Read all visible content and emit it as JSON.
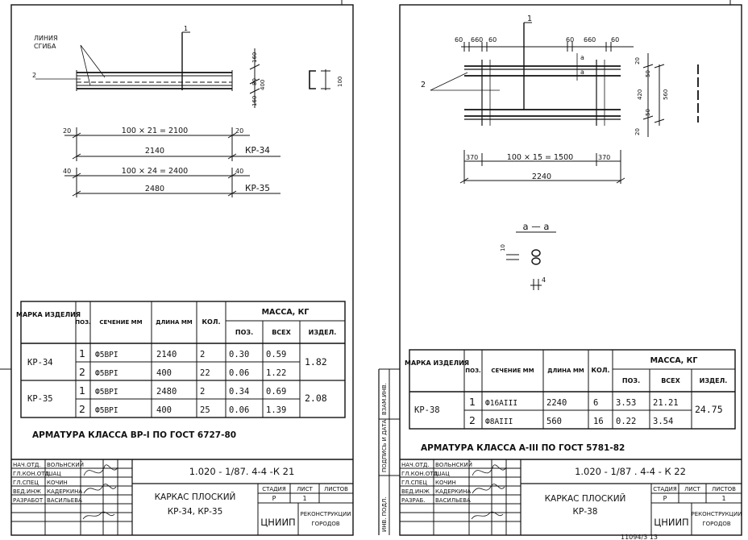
{
  "left_sheet": {
    "fold_line_label": [
      "ЛИНИЯ",
      "СГИБА"
    ],
    "pos1": "1",
    "pos2": "2",
    "dims_right": [
      "160",
      "80",
      "400",
      "160"
    ],
    "dim_section": "100",
    "kr34": {
      "end_a": "20",
      "end_b": "20",
      "spacing": "100 × 21 = 2100",
      "total": "2140",
      "tag": "КР-34"
    },
    "kr35": {
      "end_a": "40",
      "end_b": "40",
      "spacing": "100 × 24 = 2400",
      "total": "2480",
      "tag": "КР-35"
    },
    "table": {
      "headers": {
        "mark": "МАРКА ИЗДЕЛИЯ",
        "pos": "ПОЗ.",
        "section": "СЕЧЕНИЕ ММ",
        "length": "ДЛИНА ММ",
        "qty": "КОЛ.",
        "mass": "МАССА, КГ",
        "mass_pos": "ПОЗ.",
        "mass_all": "ВСЕХ",
        "mass_item": "ИЗДЕЛ."
      },
      "groups": [
        {
          "mark": "КР-34",
          "total": "1.82",
          "rows": [
            {
              "pos": "1",
              "section": "Ф5ВРI",
              "length": "2140",
              "qty": "2",
              "mass_pos": "0.30",
              "mass_all": "0.59"
            },
            {
              "pos": "2",
              "section": "Ф5ВРI",
              "length": "400",
              "qty": "22",
              "mass_pos": "0.06",
              "mass_all": "1.22"
            }
          ]
        },
        {
          "mark": "КР-35",
          "total": "2.08",
          "rows": [
            {
              "pos": "1",
              "section": "Ф5ВРI",
              "length": "2480",
              "qty": "2",
              "mass_pos": "0.34",
              "mass_all": "0.69"
            },
            {
              "pos": "2",
              "section": "Ф5ВРI",
              "length": "400",
              "qty": "25",
              "mass_pos": "0.06",
              "mass_all": "1.39"
            }
          ]
        }
      ]
    },
    "note": "АРМАТУРА КЛАССА ВР-I  ПО ГОСТ 6727-80",
    "stamp": {
      "roles": [
        "НАЧ.ОТД.",
        "ГЛ.КОН.ОТД.",
        "ГЛ.СПЕЦ",
        "ВЕД.ИНЖ",
        "РАЗРАБОТ"
      ],
      "names": [
        "ВОЛЬНСКИЙ",
        "ШАЦ",
        "КОЧИН",
        "КАДЕРКИНА",
        "ВАСИЛЬЕВА"
      ],
      "code": "1.020 - 1/87. 4-4 -К 21",
      "title_line1": "КАРКАС ПЛОСКИЙ",
      "title_line2": "КР-34, КР-35",
      "h_stage": "СТАДИЯ",
      "h_sheet": "ЛИСТ",
      "h_sheets": "ЛИСТОВ",
      "stage": "Р",
      "sheet": "1",
      "org": "ЦНИИП",
      "org2a": "РЕКОНСТРУКЦИИ",
      "org2b": "ГОРОДОВ"
    }
  },
  "right_sheet": {
    "top_dims_left": [
      "60",
      "660",
      "60"
    ],
    "top_dims_right": [
      "60",
      "660",
      "60"
    ],
    "pos1": "1",
    "pos2": "2",
    "cut_mark": "а",
    "dims_right": [
      "20",
      "50",
      "420",
      "560",
      "50",
      "20"
    ],
    "end_a": "370",
    "spacing": "100 × 15 = 1500",
    "end_b": "370",
    "total": "2240",
    "section_title": "а — а",
    "sec_dim_a": "10",
    "sec_dim_b": "4",
    "table": {
      "headers": {
        "mark": "МАРКА ИЗДЕЛИЯ",
        "pos": "ПОЗ.",
        "section": "СЕЧЕНИЕ ММ",
        "length": "ДЛИНА ММ",
        "qty": "КОЛ.",
        "mass": "МАССА, КГ",
        "mass_pos": "ПОЗ.",
        "mass_all": "ВСЕХ",
        "mass_item": "ИЗДЕЛ."
      },
      "groups": [
        {
          "mark": "КР-38",
          "total": "24.75",
          "rows": [
            {
              "pos": "1",
              "section": "Ф16АIII",
              "length": "2240",
              "qty": "6",
              "mass_pos": "3.53",
              "mass_all": "21.21"
            },
            {
              "pos": "2",
              "section": "Ф8АIII",
              "length": "560",
              "qty": "16",
              "mass_pos": "0.22",
              "mass_all": "3.54"
            }
          ]
        }
      ]
    },
    "note": "АРМАТУРА КЛАССА А-III  ПО ГОСТ 5781-82",
    "side_labels": [
      "ВЗАМ.ИНВ.",
      "ПОДПИСЬ И ДАТА",
      "ИНВ. ПОДЛ."
    ],
    "stamp": {
      "roles": [
        "НАЧ.ОТД.",
        "ГЛ.КОН.ОТД.",
        "ГЛ.СПЕЦ",
        "ВЕД.ИНЖ",
        "РАЗРАБ."
      ],
      "names": [
        "ВОЛЬНСКИЙ",
        "ШАЦ",
        "КОЧИН",
        "КАДЕРКИНА",
        "ВАСИЛЬЕВА"
      ],
      "code": "1.020 - 1/87 . 4-4 - К 22",
      "title_line1": "КАРКАС ПЛОСКИЙ",
      "title_line2": "КР-38",
      "h_stage": "СТАДИЯ",
      "h_sheet": "ЛИСТ",
      "h_sheets": "ЛИСТОВ",
      "stage": "Р",
      "sheet": "1",
      "org": "ЦНИИП",
      "org2a": "РЕКОНСТРУКЦИИ",
      "org2b": "ГОРОДОВ"
    },
    "footer_note": "11094/3  13"
  }
}
